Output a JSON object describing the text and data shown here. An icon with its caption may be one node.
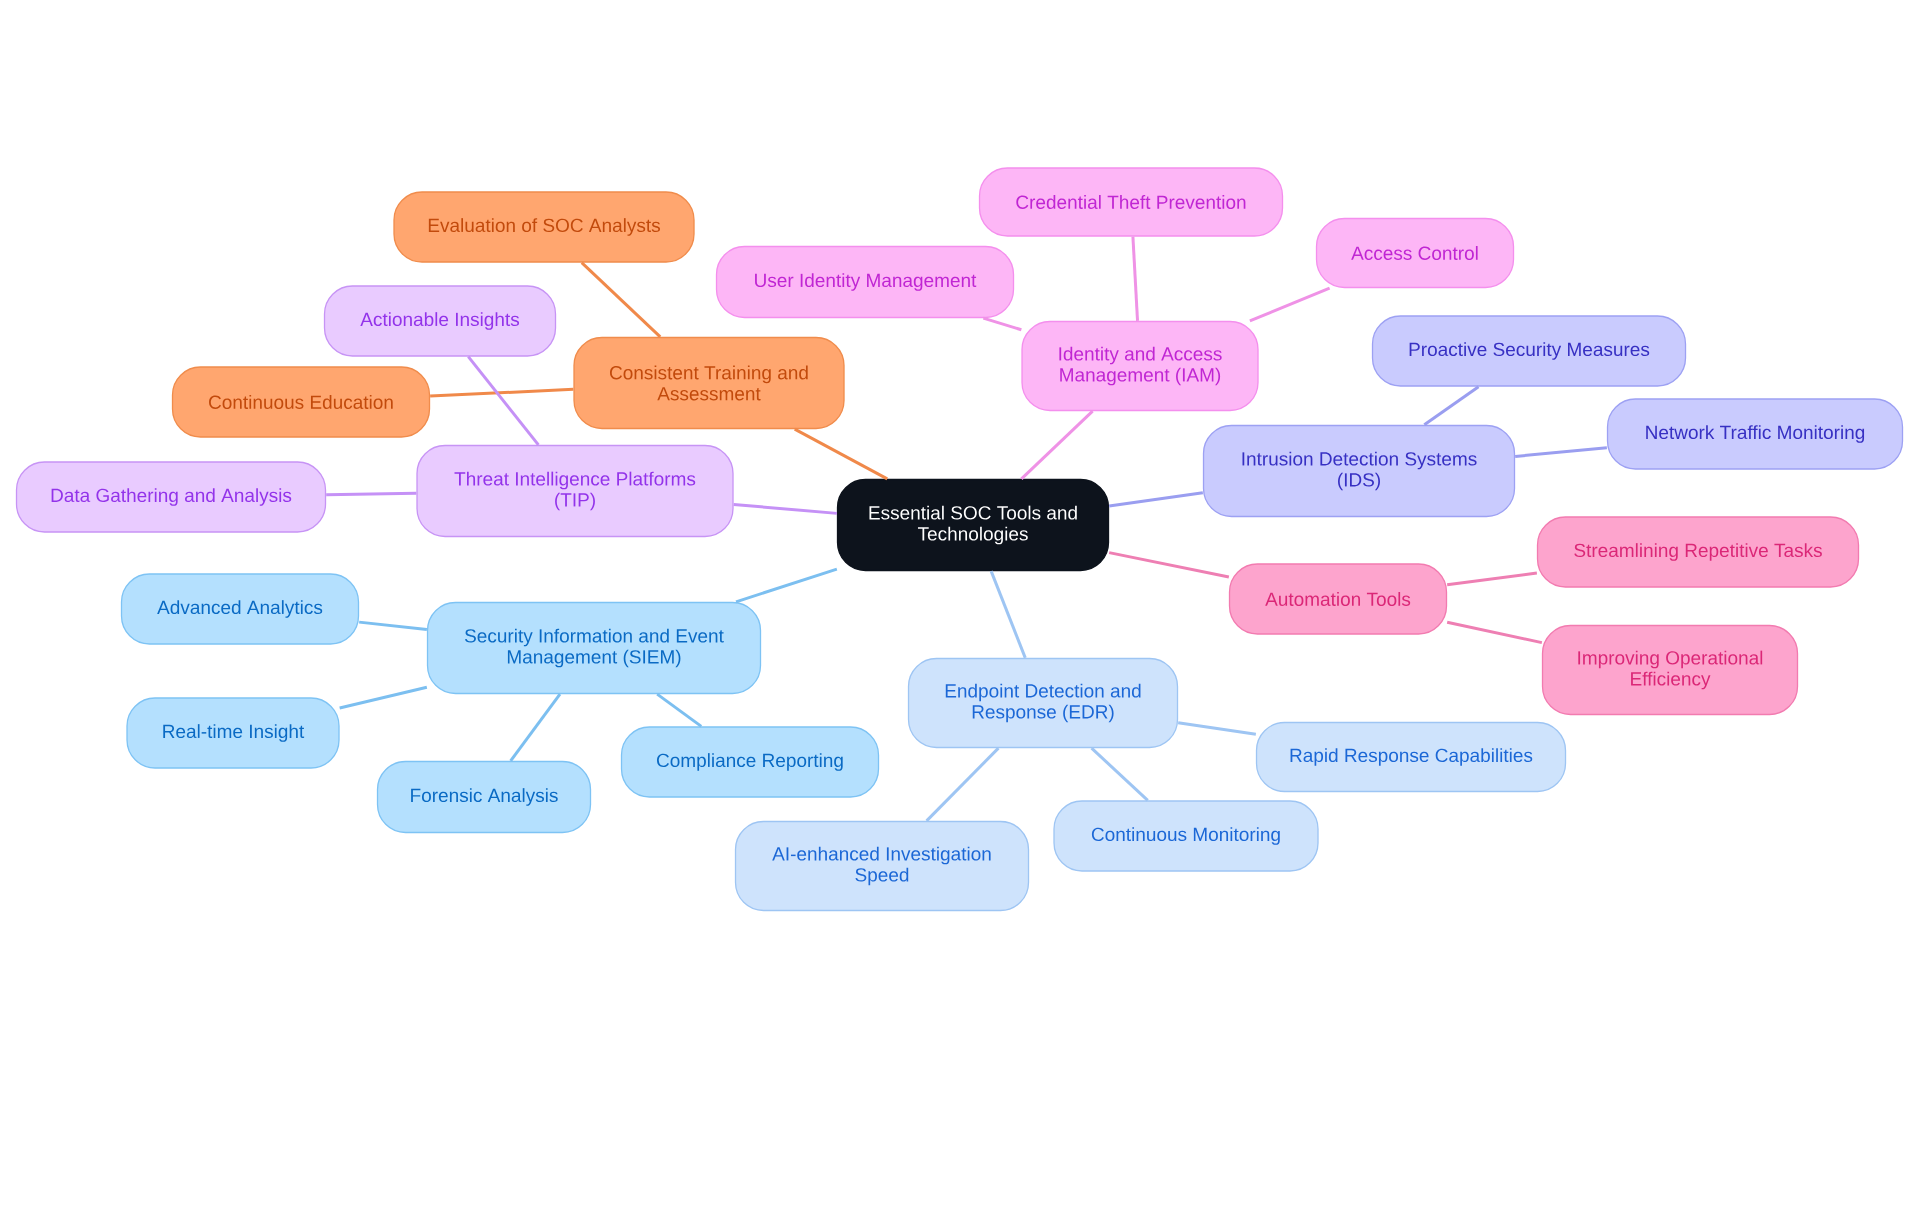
{
  "diagram": {
    "nodes": [
      {
        "text": [
          "Essential SOC Tools and Technologies"
        ]
      },
      {
        "text": [
          "Consistent Training and Assessment"
        ]
      },
      {
        "text": [
          "Evaluation of SOC Analysts"
        ]
      },
      {
        "text": [
          "Continuous Education"
        ]
      },
      {
        "text": [
          "Threat Intelligence Platforms (TIP)"
        ]
      },
      {
        "text": [
          "Actionable Insights"
        ]
      },
      {
        "text": [
          "Data Gathering and Analysis"
        ]
      },
      {
        "text": [
          "Identity and Access Management (IAM)"
        ]
      },
      {
        "text": [
          "User Identity Management"
        ]
      },
      {
        "text": [
          "Credential Theft Prevention"
        ]
      },
      {
        "text": [
          "Access Control"
        ]
      },
      {
        "text": [
          "Intrusion Detection Systems (IDS)"
        ]
      },
      {
        "text": [
          "Proactive Security Measures"
        ]
      },
      {
        "text": [
          "Network Traffic Monitoring"
        ]
      },
      {
        "text": [
          "Automation Tools"
        ]
      },
      {
        "text": [
          "Streamlining Repetitive Tasks"
        ]
      },
      {
        "text": [
          "Improving Operational Efficiency"
        ]
      },
      {
        "text": [
          "Endpoint Detection and Response (EDR)"
        ]
      },
      {
        "text": [
          "Rapid Response Capabilities"
        ]
      },
      {
        "text": [
          "Continuous Monitoring"
        ]
      },
      {
        "text": [
          "AI-enhanced Investigation Speed"
        ]
      },
      {
        "text": [
          "Security Information and Event Management (SIEM)"
        ]
      },
      {
        "text": [
          "Advanced Analytics"
        ]
      },
      {
        "text": [
          "Real-time Insight"
        ]
      },
      {
        "text": [
          "Forensic Analysis"
        ]
      },
      {
        "text": [
          "Compliance Reporting"
        ]
      }
    ],
    "edges": [
      {
        "from": 0,
        "to": 1,
        "arrow": "none",
        "color": "#f0894a"
      },
      {
        "from": 1,
        "to": 2,
        "arrow": "none",
        "color": "#f0894a"
      },
      {
        "from": 1,
        "to": 3,
        "arrow": "none",
        "color": "#f0894a"
      },
      {
        "from": 0,
        "to": 4,
        "arrow": "none",
        "color": "#c591f6"
      },
      {
        "from": 4,
        "to": 5,
        "arrow": "none",
        "color": "#c591f6"
      },
      {
        "from": 4,
        "to": 6,
        "arrow": "none",
        "color": "#c591f6"
      },
      {
        "from": 0,
        "to": 7,
        "arrow": "none",
        "color": "#ef92e6"
      },
      {
        "from": 7,
        "to": 8,
        "arrow": "none",
        "color": "#ef92e6"
      },
      {
        "from": 7,
        "to": 9,
        "arrow": "none",
        "color": "#ef92e6"
      },
      {
        "from": 7,
        "to": 10,
        "arrow": "none",
        "color": "#ef92e6"
      },
      {
        "from": 0,
        "to": 11,
        "arrow": "none",
        "color": "#9a9ef0"
      },
      {
        "from": 11,
        "to": 12,
        "arrow": "none",
        "color": "#9a9ef0"
      },
      {
        "from": 11,
        "to": 13,
        "arrow": "none",
        "color": "#9a9ef0"
      },
      {
        "from": 0,
        "to": 14,
        "arrow": "none",
        "color": "#ee7fb3"
      },
      {
        "from": 14,
        "to": 15,
        "arrow": "none",
        "color": "#ee7fb3"
      },
      {
        "from": 14,
        "to": 16,
        "arrow": "none",
        "color": "#ee7fb3"
      },
      {
        "from": 0,
        "to": 17,
        "arrow": "none",
        "color": "#9ec5f3"
      },
      {
        "from": 17,
        "to": 18,
        "arrow": "none",
        "color": "#9ec5f3"
      },
      {
        "from": 17,
        "to": 19,
        "arrow": "none",
        "color": "#9ec5f3"
      },
      {
        "from": 17,
        "to": 20,
        "arrow": "none",
        "color": "#9ec5f3"
      },
      {
        "from": 0,
        "to": 21,
        "arrow": "none",
        "color": "#7cbff0"
      },
      {
        "from": 21,
        "to": 22,
        "arrow": "none",
        "color": "#7cbff0"
      },
      {
        "from": 21,
        "to": 23,
        "arrow": "none",
        "color": "#7cbff0"
      },
      {
        "from": 21,
        "to": 24,
        "arrow": "none",
        "color": "#7cbff0"
      },
      {
        "from": 21,
        "to": 25,
        "arrow": "none",
        "color": "#7cbff0"
      }
    ]
  }
}
